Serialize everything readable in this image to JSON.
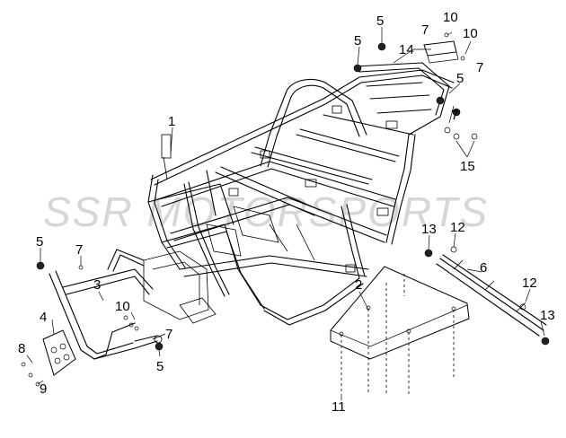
{
  "watermark": "SSR MOTORSPORTS",
  "callouts": [
    {
      "id": "c1",
      "text": "1"
    },
    {
      "id": "c2",
      "text": "2"
    },
    {
      "id": "c3",
      "text": "3"
    },
    {
      "id": "c4",
      "text": "4"
    },
    {
      "id": "c5a",
      "text": "5"
    },
    {
      "id": "c5b",
      "text": "5"
    },
    {
      "id": "c5c",
      "text": "5"
    },
    {
      "id": "c5d",
      "text": "5"
    },
    {
      "id": "c5e",
      "text": "5"
    },
    {
      "id": "c6",
      "text": "6"
    },
    {
      "id": "c7a",
      "text": "7"
    },
    {
      "id": "c7b",
      "text": "7"
    },
    {
      "id": "c7c",
      "text": "7"
    },
    {
      "id": "c7d",
      "text": "7"
    },
    {
      "id": "c7e",
      "text": "7"
    },
    {
      "id": "c8",
      "text": "8"
    },
    {
      "id": "c9",
      "text": "9"
    },
    {
      "id": "c10a",
      "text": "10"
    },
    {
      "id": "c10b",
      "text": "10"
    },
    {
      "id": "c10c",
      "text": "10"
    },
    {
      "id": "c11",
      "text": "11"
    },
    {
      "id": "c12a",
      "text": "12"
    },
    {
      "id": "c12b",
      "text": "12"
    },
    {
      "id": "c13a",
      "text": "13"
    },
    {
      "id": "c13b",
      "text": "13"
    },
    {
      "id": "c14",
      "text": "14"
    },
    {
      "id": "c15",
      "text": "15"
    }
  ]
}
